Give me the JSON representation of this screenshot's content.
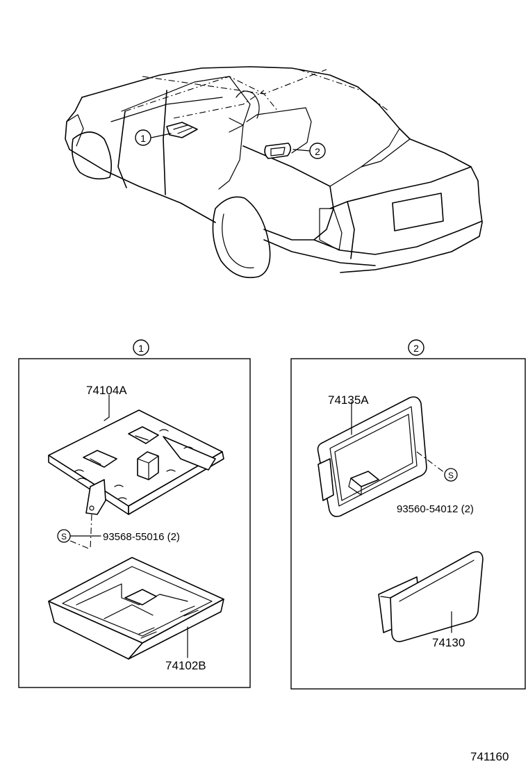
{
  "overview": {
    "callouts": [
      {
        "number": "1"
      },
      {
        "number": "2"
      }
    ]
  },
  "panel_1": {
    "index": "1",
    "part_top": "74104A",
    "screw_symbol": "S",
    "screw_part": "93568-55016 (2)",
    "part_bottom": "74102B"
  },
  "panel_2": {
    "index": "2",
    "part_top": "74135A",
    "screw_symbol": "S",
    "screw_part": "93560-54012 (2)",
    "part_bottom": "74130"
  },
  "diagram_code": "741160"
}
